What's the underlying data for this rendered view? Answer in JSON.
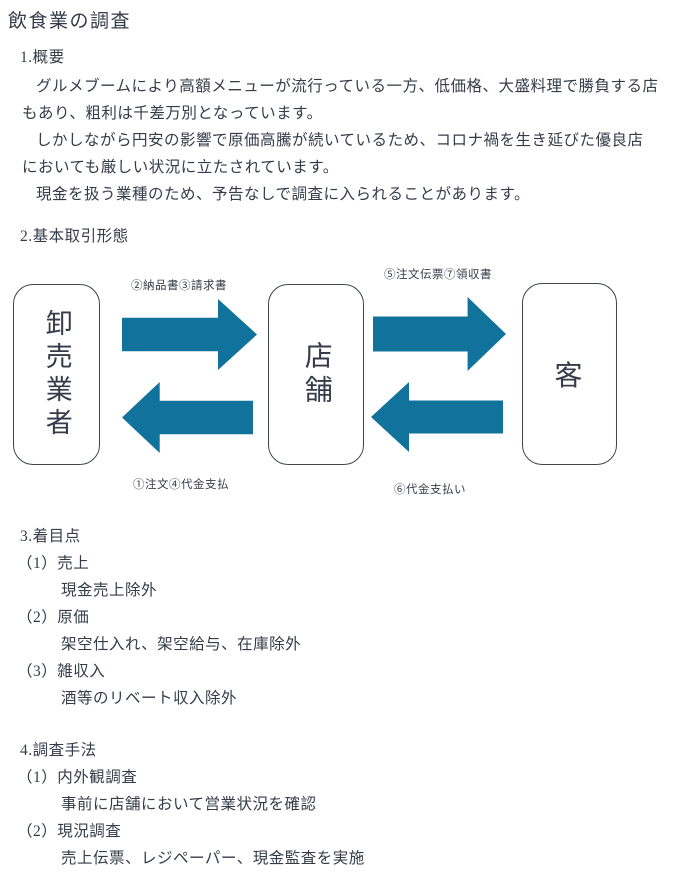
{
  "page": {
    "title": "飲食業の調査",
    "text_color": "#353b48",
    "background_color": "#ffffff"
  },
  "sections": {
    "overview": {
      "heading": "1.概要",
      "para1_line1": "グルメブームにより高額メニューが流行っている一方、低価格、大盛料理で勝負する店",
      "para1_line2": "もあり、粗利は千差万別となっています。",
      "para2_line1": "しかしながら円安の影響で原価高騰が続いているため、コロナ禍を生き延びた優良店",
      "para2_line2": "においても厳しい状況に立たされています。",
      "para3": "現金を扱う業種のため、予告なしで調査に入られることがあります。"
    },
    "transaction": {
      "heading": "2.基本取引形態",
      "diagram": {
        "arrow_color": "#11739b",
        "box_border_color": "#3e4450",
        "boxes": [
          {
            "label": "卸売業者"
          },
          {
            "label": "店舗"
          },
          {
            "label": "客"
          }
        ],
        "arrow_labels": {
          "top_left": "②納品書③請求書",
          "top_right": "⑤注文伝票⑦領収書",
          "bottom_left": "①注文④代金支払",
          "bottom_right": "⑥代金支払い"
        }
      }
    },
    "points": {
      "heading": "3.着目点",
      "items": [
        {
          "label": "（1）売上",
          "detail": "現金売上除外"
        },
        {
          "label": "（2）原価",
          "detail": "架空仕入れ、架空給与、在庫除外"
        },
        {
          "label": "（3）雑収入",
          "detail": "酒等のリベート収入除外"
        }
      ]
    },
    "methods": {
      "heading": "4.調査手法",
      "items": [
        {
          "label": "（1）内外観調査",
          "detail": "事前に店舗において営業状況を確認"
        },
        {
          "label": "（2）現況調査",
          "detail": "売上伝票、レジペーパー、現金監査を実施"
        }
      ]
    }
  }
}
